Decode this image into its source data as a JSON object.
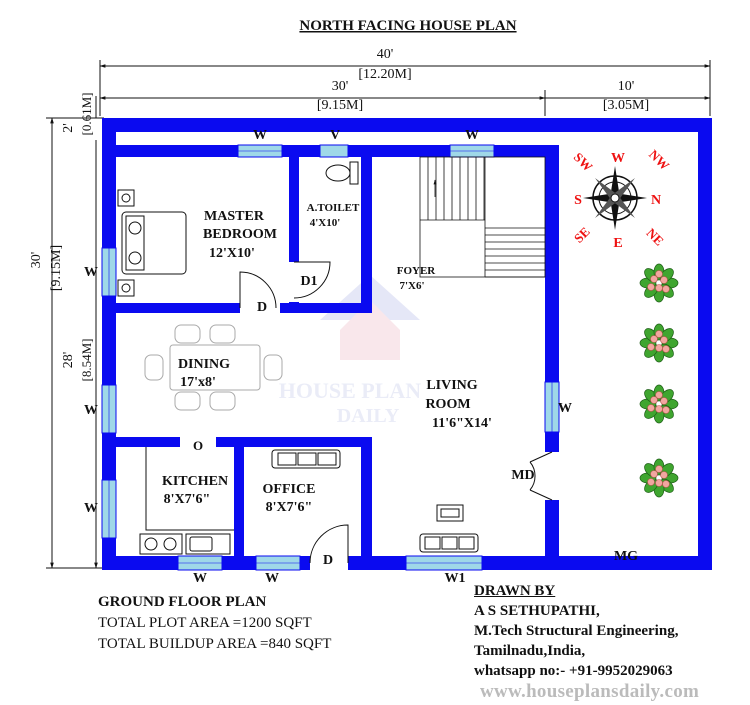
{
  "title": "NORTH FACING HOUSE PLAN",
  "dimensions": {
    "total_width_ft": "40'",
    "total_width_m": "[12.20M]",
    "house_width_ft": "30'",
    "house_width_m": "[9.15M]",
    "side_width_ft": "10'",
    "side_width_m": "[3.05M]",
    "total_depth_ft": "30'",
    "total_depth_m": "[9.15M]",
    "front_depth_ft": "2'",
    "front_depth_m": "[0.61M]",
    "main_depth_ft": "28'",
    "main_depth_m": "[8.54M]"
  },
  "rooms": {
    "master_bedroom": {
      "name1": "MASTER",
      "name2": "BEDROOM",
      "size": "12'X10'"
    },
    "toilet": {
      "name": "A.TOILET",
      "size": "4'X10'"
    },
    "foyer": {
      "name": "FOYER",
      "size": "7'X6'"
    },
    "dining": {
      "name": "DINING",
      "size": "17'x8'"
    },
    "living": {
      "name1": "LIVING",
      "name2": "ROOM",
      "size": "11'6\"X14'"
    },
    "kitchen": {
      "name": "KITCHEN",
      "size": "8'X7'6\""
    },
    "office": {
      "name": "OFFICE",
      "size": "8'X7'6\""
    }
  },
  "labels": {
    "window": "W",
    "ventilator": "V",
    "door": "D",
    "door1": "D1",
    "opening": "O",
    "main_door": "MD",
    "main_gate": "MG",
    "window1": "W1"
  },
  "compass": {
    "n": "N",
    "s": "S",
    "e": "E",
    "w": "W",
    "nw": "NW",
    "sw": "SW",
    "ne": "NE",
    "se": "SE"
  },
  "watermark": {
    "line1": "HOUSE PLAN",
    "line2": "DAILY"
  },
  "footer": {
    "plan_name": "GROUND FLOOR PLAN",
    "plot_area": "TOTAL PLOT AREA =1200 SQFT",
    "buildup_area": "TOTAL BUILDUP AREA =840 SQFT",
    "drawn_by": "DRAWN BY",
    "author": "A S SETHUPATHI,",
    "qualification": "M.Tech Structural Engineering,",
    "location": "Tamilnadu,India,",
    "contact": "whatsapp no:- +91-9952029063",
    "website": "www.houseplansdaily.com"
  },
  "colors": {
    "wall": "#0a0af0",
    "window": "#9fd8e8",
    "compass_red": "#e11",
    "text": "#111111"
  }
}
